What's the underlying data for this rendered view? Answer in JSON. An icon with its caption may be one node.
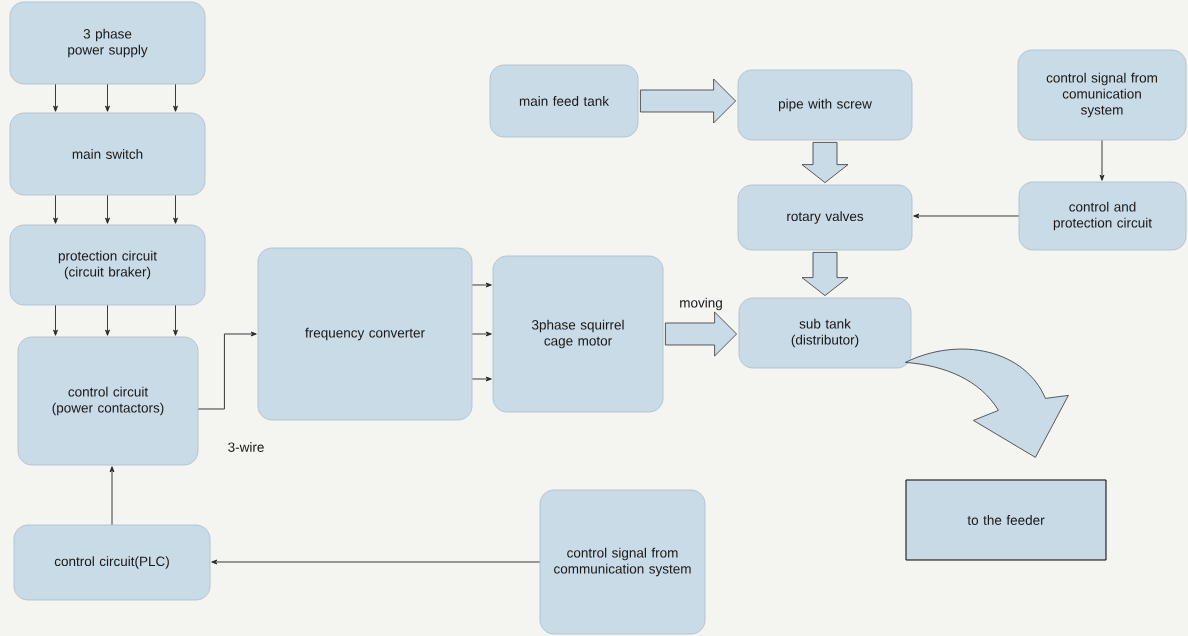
{
  "diagram": {
    "nodes": [
      {
        "text": [
          "3 phase power supply"
        ]
      },
      {
        "text": [
          "main switch"
        ]
      },
      {
        "text": [
          "protection circuit (circuit braker)"
        ]
      },
      {
        "text": [
          "control circuit (power contactors)"
        ]
      },
      {
        "text": [
          "control circuit(PLC)"
        ]
      },
      {
        "text": [
          "frequency converter"
        ]
      },
      {
        "text": [
          "3phase squirrel cage motor"
        ]
      },
      {
        "text": [
          "main feed tank"
        ]
      },
      {
        "text": [
          "pipe with screw"
        ]
      },
      {
        "text": [
          "control signal from comunication system"
        ]
      },
      {
        "text": [
          "rotary valves"
        ]
      },
      {
        "text": [
          "control and protection circuit"
        ]
      },
      {
        "text": [
          "sub tank (distributor)"
        ]
      },
      {
        "text": [
          "to the feeder"
        ]
      },
      {
        "text": [
          "control signal from communication system"
        ]
      }
    ],
    "edges": [
      {
        "from": 0,
        "to": 1,
        "arrow": "to"
      },
      {
        "from": 0,
        "to": 1,
        "arrow": "to"
      },
      {
        "from": 0,
        "to": 1,
        "arrow": "to"
      },
      {
        "from": 1,
        "to": 2,
        "arrow": "to"
      },
      {
        "from": 1,
        "to": 2,
        "arrow": "to"
      },
      {
        "from": 1,
        "to": 2,
        "arrow": "to"
      },
      {
        "from": 2,
        "to": 3,
        "arrow": "to"
      },
      {
        "from": 2,
        "to": 3,
        "arrow": "to"
      },
      {
        "from": 2,
        "to": 3,
        "arrow": "to"
      },
      {
        "from": 4,
        "to": 3,
        "arrow": "to"
      },
      {
        "from": 3,
        "to": 5,
        "arrow": "to"
      },
      {
        "from": 5,
        "to": 6,
        "arrow": "to"
      },
      {
        "from": 5,
        "to": 6,
        "arrow": "to"
      },
      {
        "from": 5,
        "to": 6,
        "arrow": "to"
      },
      {
        "from": 6,
        "to": 12,
        "arrow": "to",
        "label": "moving",
        "style": "thick"
      },
      {
        "from": 7,
        "to": 8,
        "arrow": "to",
        "style": "thick"
      },
      {
        "from": 8,
        "to": 10,
        "arrow": "to",
        "style": "thick"
      },
      {
        "from": 10,
        "to": 12,
        "arrow": "to",
        "style": "thick"
      },
      {
        "from": 9,
        "to": 11,
        "arrow": "to"
      },
      {
        "from": 11,
        "to": 10,
        "arrow": "to"
      },
      {
        "from": 12,
        "to": 13,
        "arrow": "to",
        "style": "thick"
      },
      {
        "from": 14,
        "to": 4,
        "arrow": "to"
      }
    ],
    "labels": [
      "3-wire"
    ]
  }
}
